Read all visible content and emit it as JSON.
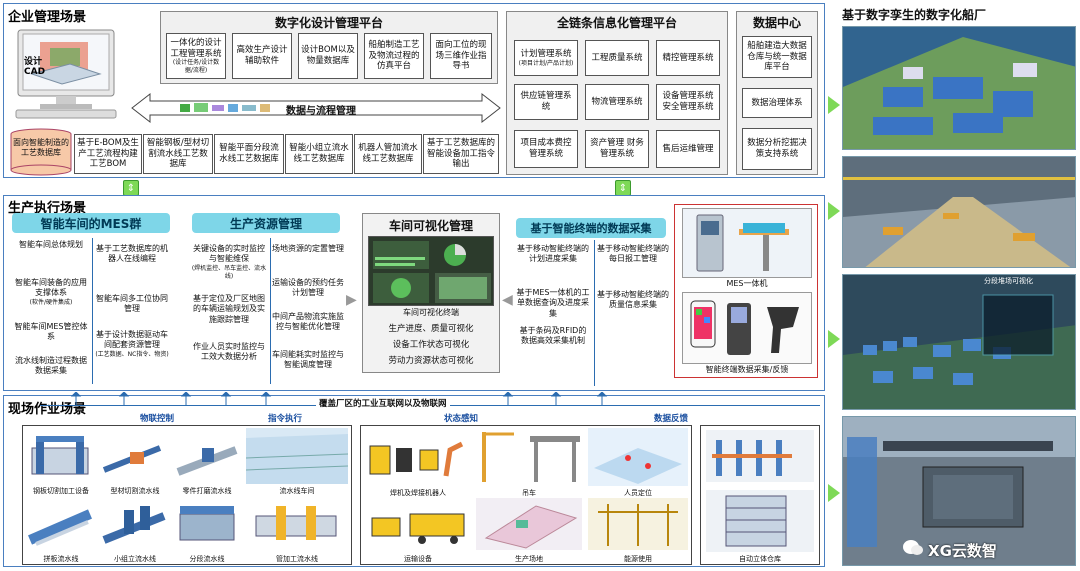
{
  "enterprise": {
    "title": "企业管理场景",
    "cad_label": "设计\nCAD",
    "db_label": "面向智能制造的工艺数据库",
    "dfm": {
      "title": "数字化设计管理平台",
      "items": [
        {
          "text": "一体化的设计工程管理系统",
          "sub": "(设计任务/设计数据/流程)"
        },
        {
          "text": "高效生产设计辅助软件",
          "sub": ""
        },
        {
          "text": "设计BOM以及物量数据库",
          "sub": ""
        },
        {
          "text": "船舶制造工艺及物流过程的仿真平台",
          "sub": ""
        },
        {
          "text": "面向工位的现场三维作业指导书",
          "sub": ""
        }
      ]
    },
    "flow_label": "数据与流程管理",
    "process_items": [
      "基于E-BOM及生产工艺流程构建工艺BOM",
      "智能钢板/型材切割流水线工艺数据库",
      "智能平面分段流水线工艺数据库",
      "智能小组立流水线工艺数据库",
      "机器人管加流水线工艺数据库",
      "基于工艺数据库的智能设备加工指令输出"
    ],
    "chain": {
      "title": "全链条信息化管理平台",
      "items": [
        {
          "text": "计划管理系统",
          "sub": "(项目计划/产品计划)"
        },
        {
          "text": "工程质量系统",
          "sub": ""
        },
        {
          "text": "精控管理系统",
          "sub": ""
        },
        {
          "text": "供应链管理系统",
          "sub": ""
        },
        {
          "text": "物流管理系统",
          "sub": ""
        },
        {
          "text": "设备管理系统 安全管理系统",
          "sub": ""
        },
        {
          "text": "项目成本费控管理系统",
          "sub": ""
        },
        {
          "text": "资产管理 财务管理系统",
          "sub": ""
        },
        {
          "text": "售后运维管理",
          "sub": ""
        }
      ]
    },
    "datacenter": {
      "title": "数据中心",
      "items": [
        "船舶建造大数据仓库与统一数据库平台",
        "数据治理体系",
        "数据分析挖掘决策支持系统"
      ]
    }
  },
  "production": {
    "title": "生产执行场景",
    "mes": {
      "title": "智能车间的MES群",
      "left": [
        {
          "text": "智能车间总体规划",
          "sub": ""
        },
        {
          "text": "智能车间装备的应用支撑体系",
          "sub": "(软件/硬件集成)"
        },
        {
          "text": "智能车间MES管控体系",
          "sub": ""
        },
        {
          "text": "流水线制造过程数据数据采集",
          "sub": ""
        }
      ],
      "right": [
        {
          "text": "基于工艺数据库的机器人在线编程",
          "sub": ""
        },
        {
          "text": "智能车间多工位协同管理",
          "sub": ""
        },
        {
          "text": "基于设计数据驱动车间配套资源管理",
          "sub": "(工艺数据、NC指令、物资)"
        }
      ]
    },
    "resource": {
      "title": "生产资源管理",
      "left": [
        {
          "text": "关键设备的实时监控与智能维保",
          "sub": "(焊机监控、吊车监控、流水线)"
        },
        {
          "text": "基于定位及厂区地图的车辆运输规划及实施跟踪管理",
          "sub": ""
        },
        {
          "text": "作业人员实时监控与工效大数据分析",
          "sub": ""
        }
      ],
      "right": [
        {
          "text": "场地资源的定置管理",
          "sub": ""
        },
        {
          "text": "运输设备的预约任务计划管理",
          "sub": ""
        },
        {
          "text": "中间产品物流实施监控与智能优化管理",
          "sub": ""
        },
        {
          "text": "车间能耗实时监控与智能调度管理",
          "sub": ""
        }
      ]
    },
    "visual": {
      "title": "车间可视化管理",
      "screen_caption": "车间可视化终端",
      "items": [
        "生产进度、质量可视化",
        "设备工作状态可视化",
        "劳动力资源状态可视化"
      ]
    },
    "terminal": {
      "title": "基于智能终端的数据采集",
      "left": [
        "基于移动智能终端的计划进度采集",
        "基于MES一体机的工单数据查询及进度采集",
        "基于条码及RFID的数据高效采集机制"
      ],
      "right": [
        "基于移动智能终端的每日报工管理",
        "基于移动智能终端的质量信息采集"
      ],
      "img1_caption": "MES一体机",
      "img2_caption": "智能终端数据采集/反馈"
    }
  },
  "field": {
    "title": "现场作业场景",
    "network_label": "覆盖厂区的工业互联网以及物联网",
    "categories": [
      "物联控制",
      "指令执行",
      "状态感知",
      "数据反馈"
    ],
    "captions": [
      "钢板切割加工设备",
      "型材切割流水线",
      "零件打磨流水线",
      "流水线车间",
      "拼板流水线",
      "小组立流水线",
      "分段流水线",
      "管加工流水线",
      "焊机及焊接机器人",
      "吊车",
      "人员定位",
      "自动立体仓库",
      "运输设备",
      "生产场地",
      "能源使用"
    ]
  },
  "factory": {
    "title": "基于数字孪生的数字化船厂",
    "panel_title": "分段堆场可视化",
    "watermark": "XG云数智"
  },
  "colors": {
    "teal": "#7ed6e8",
    "green": "#7ed957",
    "blue_border": "#4a7fc0"
  }
}
